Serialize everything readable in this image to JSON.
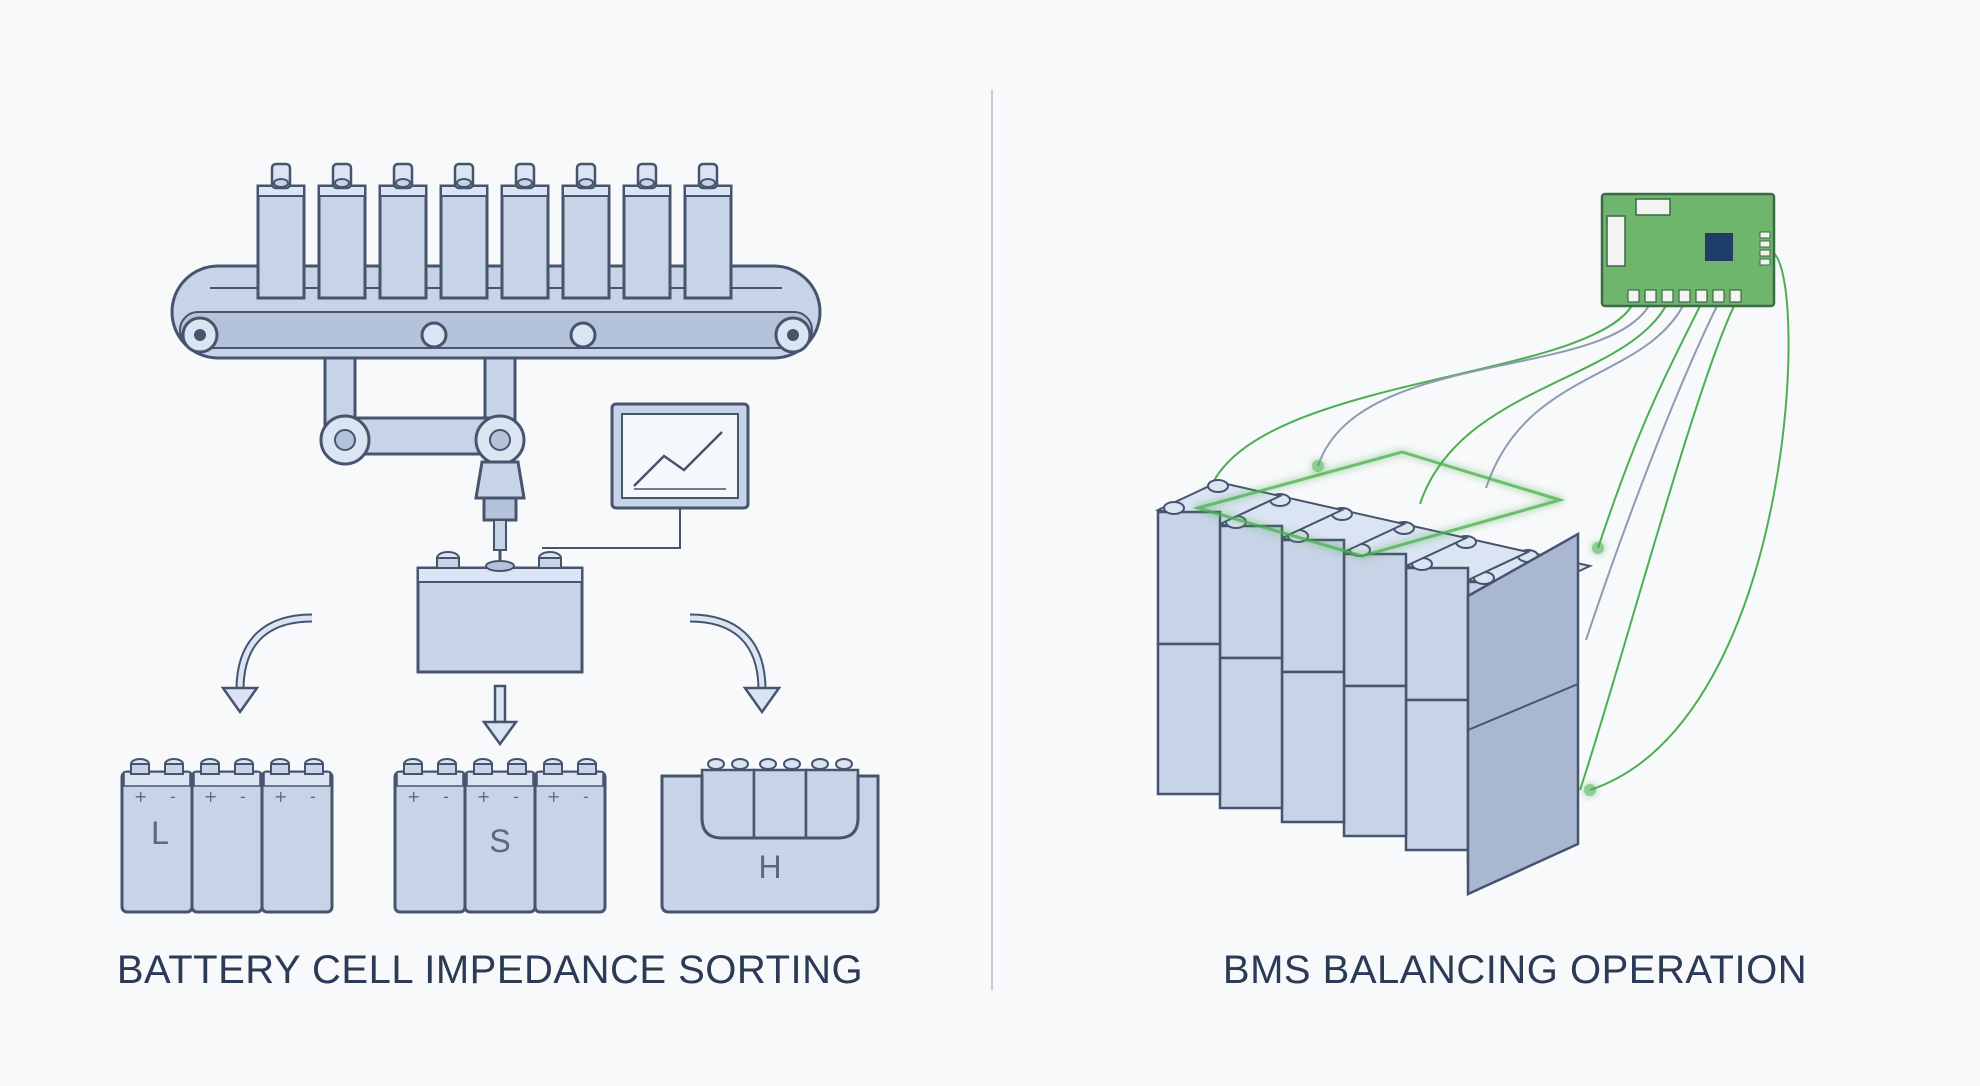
{
  "panels": [
    {
      "caption": "BATTERY CELL IMPEDANCE SORTING"
    },
    {
      "caption": "BMS BALANCING OPERATION"
    }
  ],
  "bins": [
    {
      "label": "L"
    },
    {
      "label": "S"
    },
    {
      "label": "H"
    }
  ],
  "terminal_marks": {
    "plus": "+",
    "minus": "-"
  },
  "colors": {
    "stroke": "#46546e",
    "cell_fill": "#c7d3e6",
    "cell_light": "#dbe4f2",
    "cell_dark": "#a9b8d0",
    "bms_board": "#6fb56d",
    "bms_chip": "#1f3d6a",
    "wire_green": "#4caf50",
    "divider": "#c9ccd3"
  }
}
